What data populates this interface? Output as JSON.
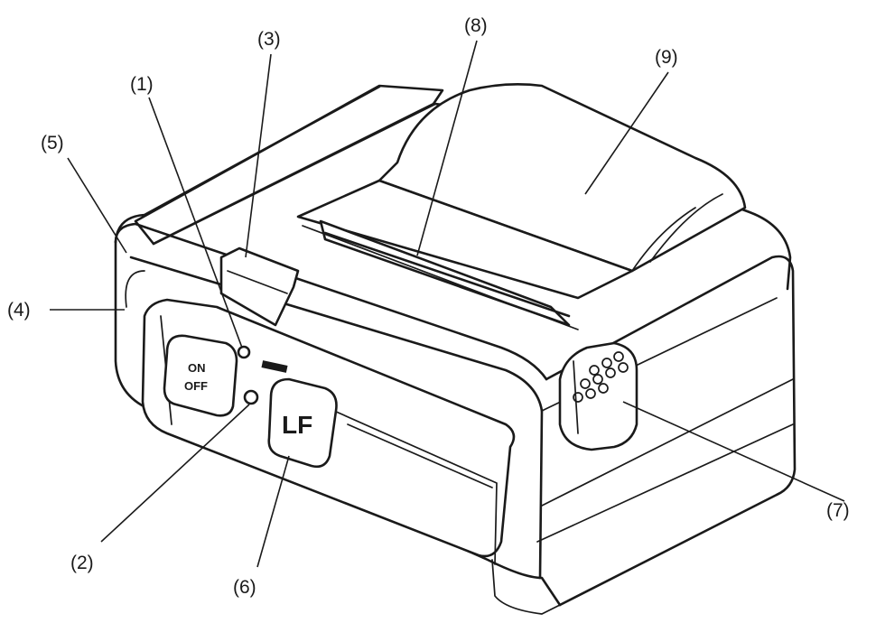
{
  "callouts": {
    "c1": "(1)",
    "c2": "(2)",
    "c3": "(3)",
    "c4": "(4)",
    "c5": "(5)",
    "c6": "(6)",
    "c7": "(7)",
    "c8": "(8)",
    "c9": "(9)"
  },
  "buttons": {
    "power_line1": "ON",
    "power_line2": "OFF",
    "feed": "LF"
  },
  "indicator_label": "",
  "colors": {
    "line": "#1a1a1a",
    "background": "#ffffff"
  }
}
